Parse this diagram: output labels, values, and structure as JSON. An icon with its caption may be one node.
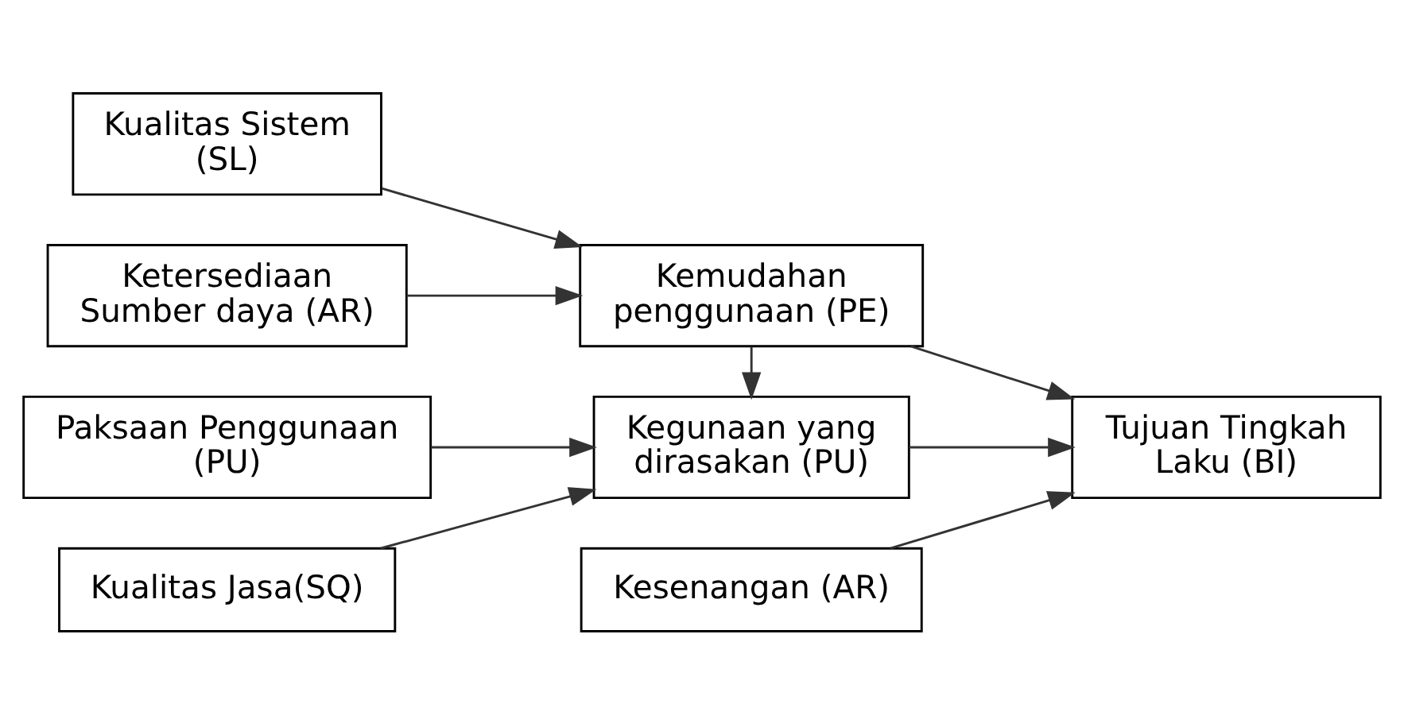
{
  "diagram": {
    "nodes": [
      {
        "text": [
          "Paksaan Penggunaan (PU)"
        ]
      },
      {
        "text": [
          "Kualitas Jasa(SQ)"
        ]
      },
      {
        "text": [
          "Kualitas Sistem (SL)"
        ]
      },
      {
        "text": [
          "Ketersediaan Sumber daya (AR)"
        ]
      },
      {
        "text": [
          "Kegunaan yang dirasakan (PU)"
        ]
      },
      {
        "text": [
          "Kemudahan penggunaan (PE)"
        ]
      },
      {
        "text": [
          "Kesenangan (AR)"
        ]
      },
      {
        "text": [
          "Tujuan Tingkah Laku (BI)"
        ]
      }
    ],
    "edges": [
      {
        "from": 0,
        "to": 4,
        "arrow": "to"
      },
      {
        "from": 1,
        "to": 4,
        "arrow": "to"
      },
      {
        "from": 2,
        "to": 5,
        "arrow": "to"
      },
      {
        "from": 3,
        "to": 5,
        "arrow": "to"
      },
      {
        "from": 5,
        "to": 4,
        "arrow": "to"
      },
      {
        "from": 4,
        "to": 7,
        "arrow": "to"
      },
      {
        "from": 5,
        "to": 7,
        "arrow": "to"
      },
      {
        "from": 6,
        "to": 7,
        "arrow": "to"
      }
    ]
  }
}
